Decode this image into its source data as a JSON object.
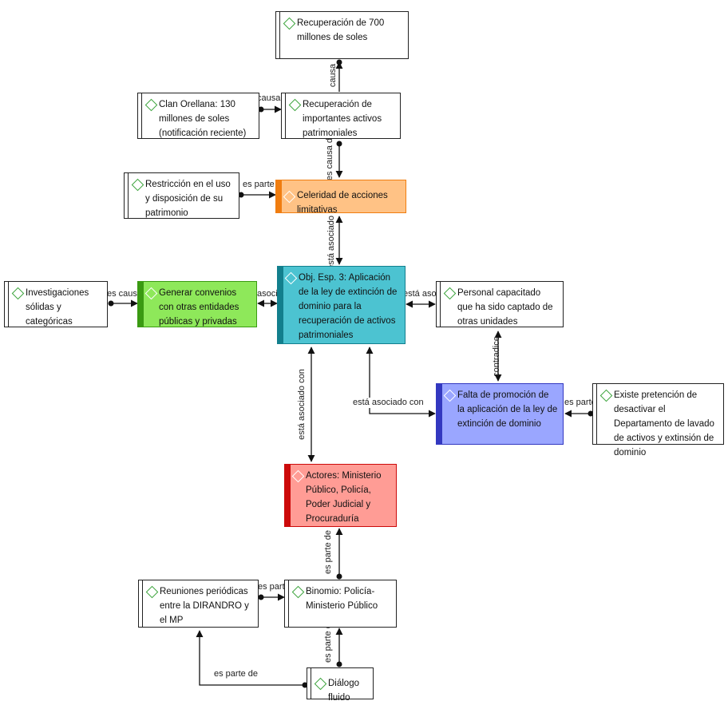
{
  "nodes": {
    "recuperacion_700": "Recuperación de 700 millones de soles",
    "clan_orellana": "Clan Orellana: 130 millones de soles (notificación reciente)",
    "recuperacion_activos": "Recuperación de importantes activos patrimoniales",
    "restriccion": "Restricción en el uso y disposición de su patrimonio",
    "celeridad": "Celeridad de acciones limitativas",
    "investigaciones": "Investigaciones sólidas y categóricas",
    "generar_convenios": "Generar convenios con otras entidades públicas y privadas",
    "objetivo": "Obj. Esp. 3: Aplicación de la ley de extinción de dominio para la recuperación de activos patrimoniales",
    "personal": "Personal capacitado que ha sido captado de otras unidades",
    "falta_promocion": "Falta de promoción de la aplicación de la ley de extinción de dominio",
    "existe_pretencion": "Existe pretención de desactivar el Departamento de lavado de activos y extinsión de dominio",
    "actores": "Actores: Ministerio Público, Policía, Poder Judicial y Procuraduría",
    "reuniones": "Reuniones periódicas entre la DIRANDRO y el MP",
    "binomio": "Binomio: Policía-Ministerio Público",
    "dialogo": "Diálogo fluido"
  },
  "edge_labels": {
    "causa_top": "causa",
    "causa_de_clan": "causa de",
    "es_causa_de_vertical": "es causa de",
    "es_parte_de_restriccion": "es parte de",
    "asociado_celeridad": "está asociado con",
    "es_causa_de_investig": "es causa de",
    "asociado_convenios": "asociado",
    "asociado_personal": "está asociado con",
    "contradice": "contradice",
    "asociado_falta": "está asociado con",
    "es_parte_de_existe": "es parte de",
    "asociado_actores": "está asociado con",
    "es_parte_de_binomio": "es parte de",
    "es_parte_de_reuniones": "es parte de",
    "es_parte_de_dialogo": "es parte de",
    "es_parte_de_dialogo_reuniones": "es parte de"
  },
  "colors": {
    "celeridad": {
      "fill": "#ffc285",
      "stripe": "#f07d10",
      "border": "#f07d10"
    },
    "generar_convenios": {
      "fill": "#8ee85a",
      "stripe": "#3a9a12",
      "border": "#3a9a12"
    },
    "objetivo": {
      "fill": "#4cc3d1",
      "stripe": "#127f8d",
      "border": "#127f8d"
    },
    "falta_promocion": {
      "fill": "#9aa6ff",
      "stripe": "#3338c0",
      "border": "#3338c0"
    },
    "actores": {
      "fill": "#ff9c95",
      "stripe": "#cc0a0a",
      "border": "#cc0a0a"
    },
    "icon_green": "#3aa33a"
  }
}
